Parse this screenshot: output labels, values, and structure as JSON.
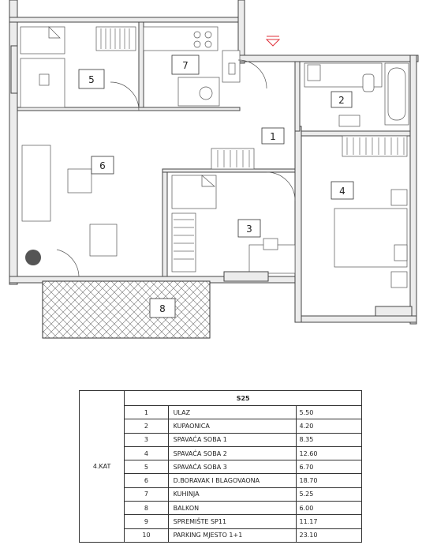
{
  "plan": {
    "rooms": [
      {
        "id": "1",
        "label": "1"
      },
      {
        "id": "2",
        "label": "2"
      },
      {
        "id": "3",
        "label": "3"
      },
      {
        "id": "4",
        "label": "4"
      },
      {
        "id": "5",
        "label": "5"
      },
      {
        "id": "6",
        "label": "6"
      },
      {
        "id": "7",
        "label": "7"
      },
      {
        "id": "8",
        "label": "8"
      }
    ]
  },
  "table": {
    "title": "S25",
    "floor": "4.KAT",
    "rows": [
      {
        "num": "1",
        "name": "ULAZ",
        "area": "5.50"
      },
      {
        "num": "2",
        "name": "KUPAONICA",
        "area": "4.20"
      },
      {
        "num": "3",
        "name": "SPAVAĆA SOBA 1",
        "area": "8.35"
      },
      {
        "num": "4",
        "name": "SPAVAĆA SOBA 2",
        "area": "12.60"
      },
      {
        "num": "5",
        "name": "SPAVAĆA SOBA 3",
        "area": "6.70"
      },
      {
        "num": "6",
        "name": "D.BORAVAK I BLAGOVAONA",
        "area": "18.70"
      },
      {
        "num": "7",
        "name": "KUHINJA",
        "area": "5.25"
      },
      {
        "num": "8",
        "name": "BALKON",
        "area": "6.00"
      },
      {
        "num": "9",
        "name": "SPREMIŠTE SP11",
        "area": "11.17"
      },
      {
        "num": "10",
        "name": "PARKING MJESTO 1+1",
        "area": "23.10"
      }
    ]
  },
  "colors": {
    "wall": "#ececec",
    "line": "#444444",
    "entry_marker": "#e0303a"
  }
}
